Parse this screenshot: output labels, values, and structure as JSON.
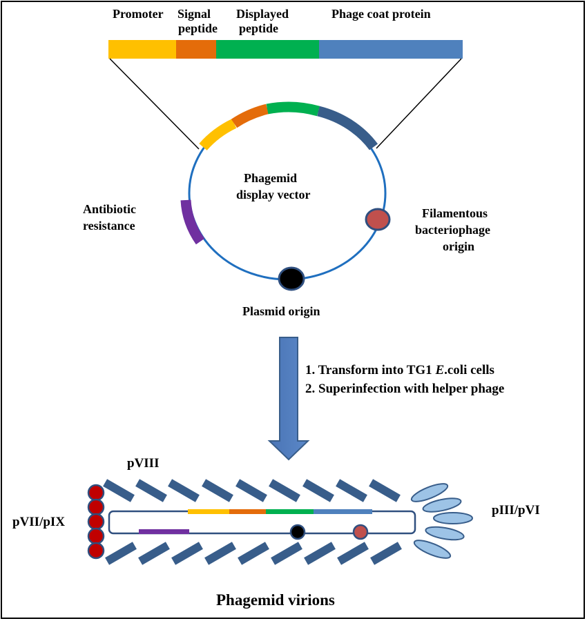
{
  "header_labels": {
    "promoter": "Promoter",
    "signal_1": "Signal",
    "signal_2": "peptide",
    "displayed_1": "Displayed",
    "displayed_2": "peptide",
    "coat": "Phage coat protein"
  },
  "plasmid": {
    "center_1": "Phagemid",
    "center_2": "display vector",
    "antibiotic_1": "Antibiotic",
    "antibiotic_2": "resistance",
    "filamentous_1": "Filamentous",
    "filamentous_2": "bacteriophage",
    "filamentous_3": "origin",
    "plasmid_origin": "Plasmid origin"
  },
  "steps": {
    "step1_prefix": "1. Transform into TG1 ",
    "step1_italic": "E",
    "step1_suffix": ".coli cells",
    "step2": "2. Superinfection with helper phage"
  },
  "virion": {
    "pviii": "pVIII",
    "pvii_pix": "pVII/pIX",
    "piii_pvi": "pIII/pVI",
    "caption": "Phagemid virions"
  },
  "colors": {
    "promoter": "#ffc000",
    "signal": "#e46c0a",
    "displayed": "#00b050",
    "coat": "#4f81bd",
    "dark_coat": "#385d8a",
    "antibiotic": "#7030a0",
    "filamentous_origin": "#c0504d",
    "plasmid_origin": "#000000",
    "circle": "#1f6fbf",
    "tip_protein": "#9dc3e6",
    "pvii_dot": "#c00000"
  }
}
